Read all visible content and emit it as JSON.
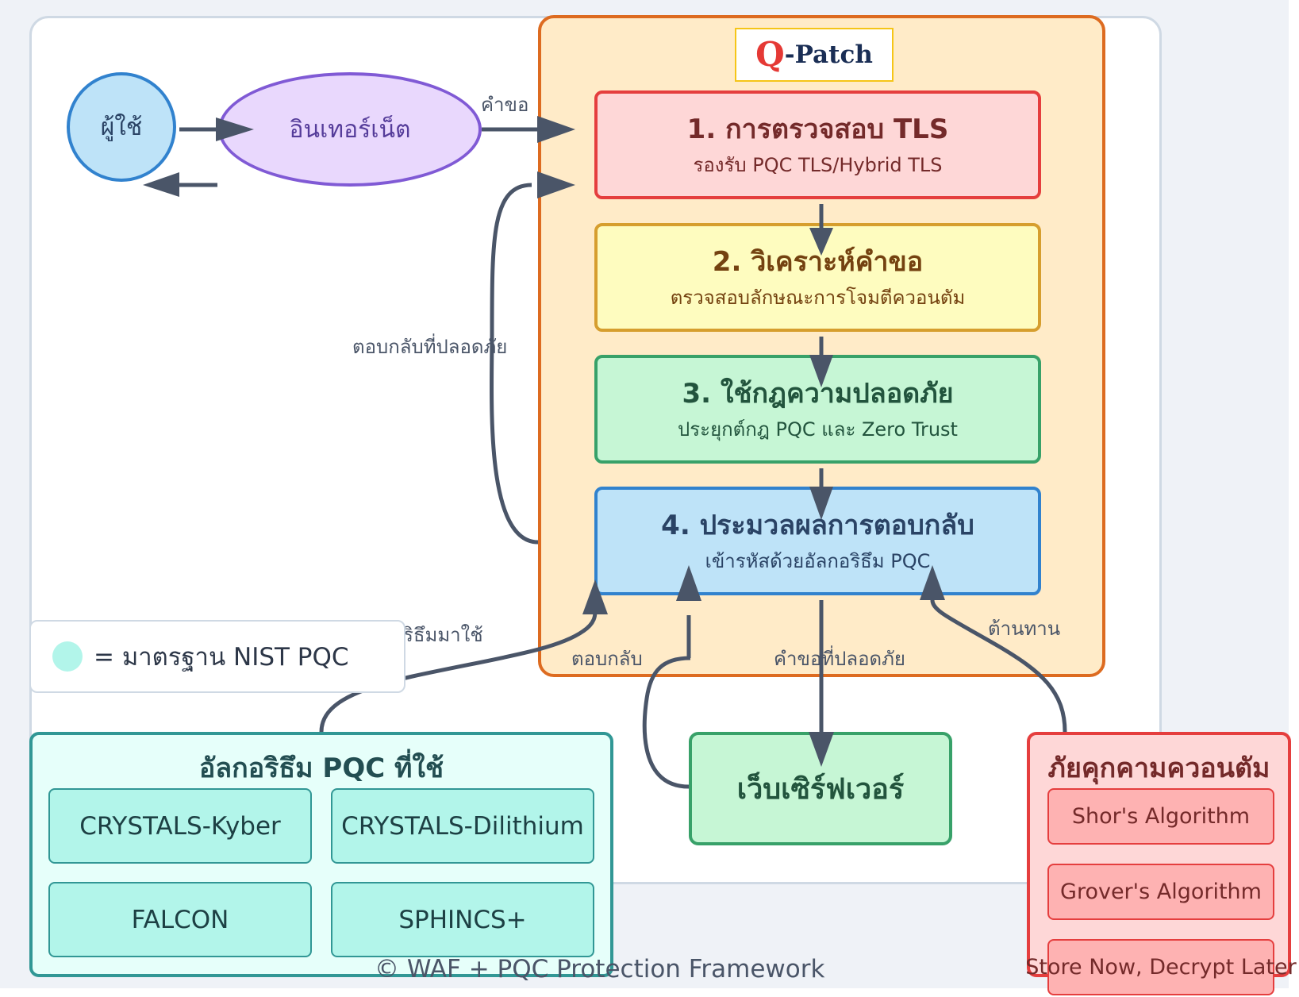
{
  "brand": {
    "logo_q": "Q",
    "logo_rest": "-Patch"
  },
  "nodes": {
    "user": "ผู้ใช้",
    "internet": "อินเทอร์เน็ต",
    "web_server": "เว็บเซิร์ฟเวอร์"
  },
  "steps": [
    {
      "title": "1. การตรวจสอบ TLS",
      "subtitle": "รองรับ PQC TLS/Hybrid TLS"
    },
    {
      "title": "2. วิเคราะห์คำขอ",
      "subtitle": "ตรวจสอบลักษณะการโจมตีควอนตัม"
    },
    {
      "title": "3. ใช้กฎความปลอดภัย",
      "subtitle": "ประยุกต์กฎ PQC และ Zero Trust"
    },
    {
      "title": "4. ประมวลผลการตอบกลับ",
      "subtitle": "เข้ารหัสด้วยอัลกอริธึม PQC"
    }
  ],
  "edge_labels": {
    "request": "คำขอ",
    "secure_response": "ตอบกลับที่ปลอดภัย",
    "apply_algorithm_partial": "ริธึมมาใช้",
    "response": "ตอบกลับ",
    "secure_request": "คำขอที่ปลอดภัย",
    "resist": "ต้านทาน"
  },
  "legend": {
    "swatch_color": "#b2f5ea",
    "text": "= มาตรฐาน NIST PQC"
  },
  "pqc_algorithms": {
    "title": "อัลกอริธึม PQC ที่ใช้",
    "items": [
      "CRYSTALS-Kyber",
      "CRYSTALS-Dilithium",
      "FALCON",
      "SPHINCS+"
    ]
  },
  "quantum_threats": {
    "title": "ภัยคุกคามควอนตัม",
    "items": [
      "Shor's Algorithm",
      "Grover's Algorithm",
      "Store Now, Decrypt Later"
    ]
  },
  "footer": "© WAF + PQC Protection Framework",
  "colors": {
    "qpatch_border": "#dd6b20",
    "arrow": "#4a5568"
  }
}
